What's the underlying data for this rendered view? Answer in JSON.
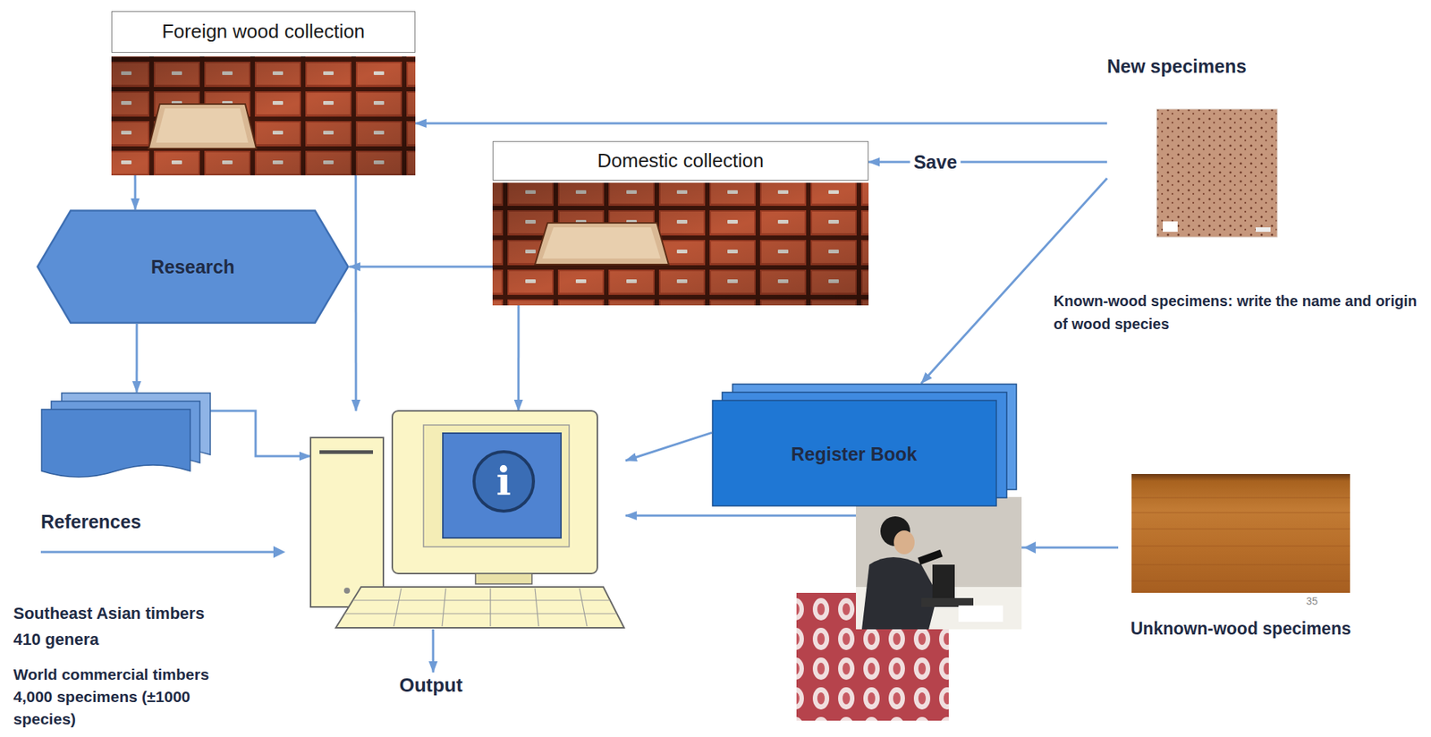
{
  "diagram": {
    "nodes": [
      {
        "text": [
          "Foreign wood collection"
        ]
      },
      {
        "text": [
          "New specimens"
        ]
      },
      {
        "text": [
          "Domestic collection"
        ]
      },
      {
        "text": [
          "Research"
        ]
      },
      {
        "text": [
          "Register Book"
        ]
      },
      {
        "text": [
          "References"
        ]
      },
      {
        "text": [
          "i"
        ]
      },
      {
        "text": [
          "Unknown-wood specimens"
        ]
      },
      {
        "text": [
          "Output"
        ]
      }
    ],
    "edges": [
      {
        "from": 1,
        "to": 0,
        "arrow": "to"
      },
      {
        "from": 1,
        "to": 2,
        "label": "Save",
        "arrow": "to"
      },
      {
        "from": 1,
        "to": 4,
        "arrow": "to"
      },
      {
        "from": 0,
        "to": 3,
        "arrow": "to"
      },
      {
        "from": 0,
        "to": 6,
        "arrow": "to"
      },
      {
        "from": 2,
        "to": 3,
        "arrow": "to"
      },
      {
        "from": 2,
        "to": 6,
        "arrow": "to"
      },
      {
        "from": 3,
        "to": 5,
        "arrow": "to"
      },
      {
        "from": 5,
        "to": 6,
        "arrow": "to"
      },
      {
        "from": 4,
        "to": 6,
        "arrow": "to"
      },
      {
        "from": 7,
        "to": 6,
        "arrow": "to"
      },
      {
        "from": 6,
        "to": 8,
        "arrow": "to"
      }
    ],
    "labels": [
      "Known-wood specimens: write the name and origin of wood species",
      "Southeast Asian timbers 410 genera",
      "World commercial timbers 4,000 specimens (±1000 species)",
      "35"
    ]
  }
}
